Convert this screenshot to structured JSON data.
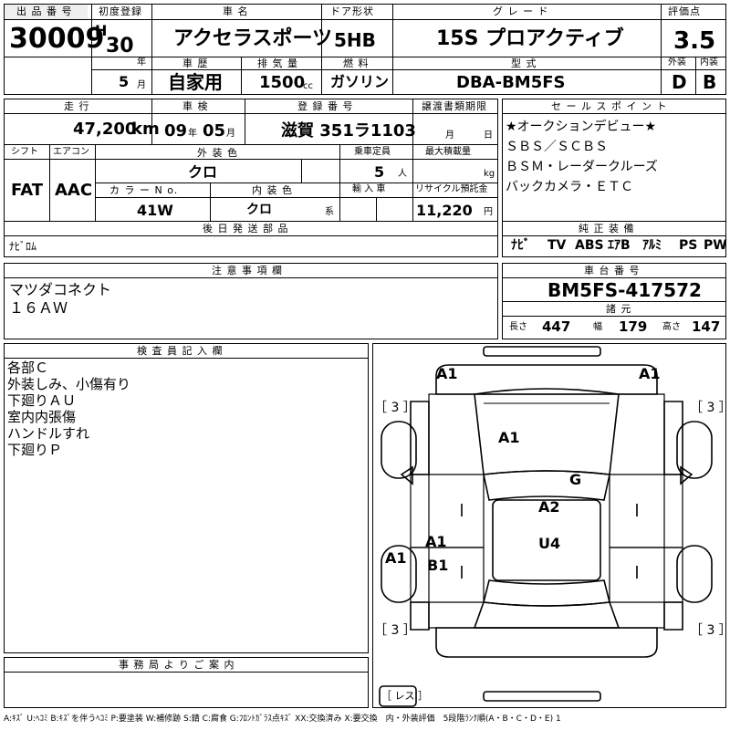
{
  "header": {
    "lot_label": "出 品 番 号",
    "lot_value": "30009",
    "first_reg_label": "初度登録",
    "era_letter": "H",
    "reg_year": "30",
    "year_unit": "年",
    "reg_month": "5",
    "month_unit": "月",
    "car_name_label": "車 名",
    "car_name": "アクセラスポーツ",
    "door_label": "ドア形状",
    "door_value": "5HB",
    "grade_label": "グ レ ー ド",
    "grade_value": "15S プロアクティブ",
    "score_label": "評価点",
    "score_value": "3.5",
    "history_label": "車 歴",
    "history_value": "自家用",
    "displacement_label": "排 気 量",
    "displacement_value": "1500",
    "displacement_unit": "cc",
    "fuel_label": "燃 料",
    "fuel_value": "ガソリン",
    "model_label": "型 式",
    "model_value": "DBA-BM5FS",
    "exterior_label": "外装",
    "exterior_value": "D",
    "interior_label": "内装",
    "interior_value": "B"
  },
  "row2": {
    "mileage_label": "走 行",
    "mileage_value": "47,200",
    "mileage_unit": "km",
    "inspection_label": "車 検",
    "insp_year": "09",
    "insp_year_unit": "年",
    "insp_month": "05",
    "insp_month_unit": "月",
    "plate_label": "登 録 番 号",
    "plate_value": "滋賀 351ラ1103",
    "transfer_label": "譲渡書類期限",
    "transfer_month_unit": "月",
    "transfer_day_unit": "日",
    "shift_label": "シフト",
    "shift_value": "FAT",
    "ac_label": "エアコン",
    "ac_value": "AAC",
    "ext_color_label": "外 装 色",
    "ext_color_value": "クロ",
    "capacity_label": "乗車定員",
    "capacity_value": "5",
    "capacity_unit": "人",
    "load_label": "最大積載量",
    "load_unit": "kg",
    "color_no_label": "カ ラ ー N o.",
    "color_no_value": "41W",
    "int_color_label": "内 装 色",
    "int_color_value": "クロ",
    "int_color_unit": "系",
    "import_label": "輸 入 車",
    "recycle_label": "リサイクル預託金",
    "recycle_value": "11,220",
    "recycle_unit": "円"
  },
  "sales_points": {
    "label": "セ ー ル ス ポ イ ン ト",
    "lines": [
      "★オークションデビュー★",
      "ＳＢＳ／ＳＣＢＳ",
      "ＢＳＭ・レーダークルーズ",
      "バックカメラ・ＥＴＣ"
    ]
  },
  "later_parts": {
    "label": "後 日 発 送 部 品",
    "value": "ﾅﾋﾞﾛﾑ"
  },
  "genuine_equipment": {
    "label": "純 正 装 備",
    "items": [
      "ﾅﾋﾞ",
      "TV",
      "ABS",
      "ｴｱB",
      "ｱﾙﾐ",
      "PS",
      "PW"
    ]
  },
  "notes": {
    "label": "注 意 事 項 欄",
    "lines": [
      "マツダコネクト",
      "１６ＡＷ"
    ]
  },
  "chassis": {
    "label": "車 台 番 号",
    "value": "BM5FS-417572",
    "spec_label": "諸 元",
    "length_label": "長さ",
    "length_value": "447",
    "width_label": "幅",
    "width_value": "179",
    "height_label": "高さ",
    "height_value": "147"
  },
  "inspector": {
    "label": "検 査 員 記 入 欄",
    "lines": [
      "各部Ｃ",
      "外装しみ、小傷有り",
      "下廻りＡＵ",
      "室内内張傷",
      "ハンドルすれ",
      "下廻りＰ"
    ]
  },
  "office": {
    "label": "事 務 局 よ り ご 案 内"
  },
  "diagram": {
    "marks": {
      "front_left": "A1",
      "front_right": "A1",
      "hood": "A1",
      "roof_g": "G",
      "roof_a2": "A2",
      "roof_u4": "U4",
      "side_a1": "A1",
      "side_b1": "B1",
      "left_rear_door": "A1"
    },
    "tire_left_front": "［ 3 ］",
    "tire_right_front": "［ 3 ］",
    "tire_left_rear": "［ 3 ］",
    "tire_right_rear": "［ 3 ］",
    "spare": "［ レス ］"
  },
  "legend": "A:ｷｽﾞ U:ﾍｺﾐ B:ｷｽﾞを伴うﾍｺﾐ P:要塗装 W:補修跡 S:錆 C:腐食 G:ﾌﾛﾝﾄｶﾞﾗｽ点ｷｽﾞ XX:交換済み X:要交換　内・外装評価　5段階ﾗﾝｸ順(A・B・C・D・E) 1"
}
